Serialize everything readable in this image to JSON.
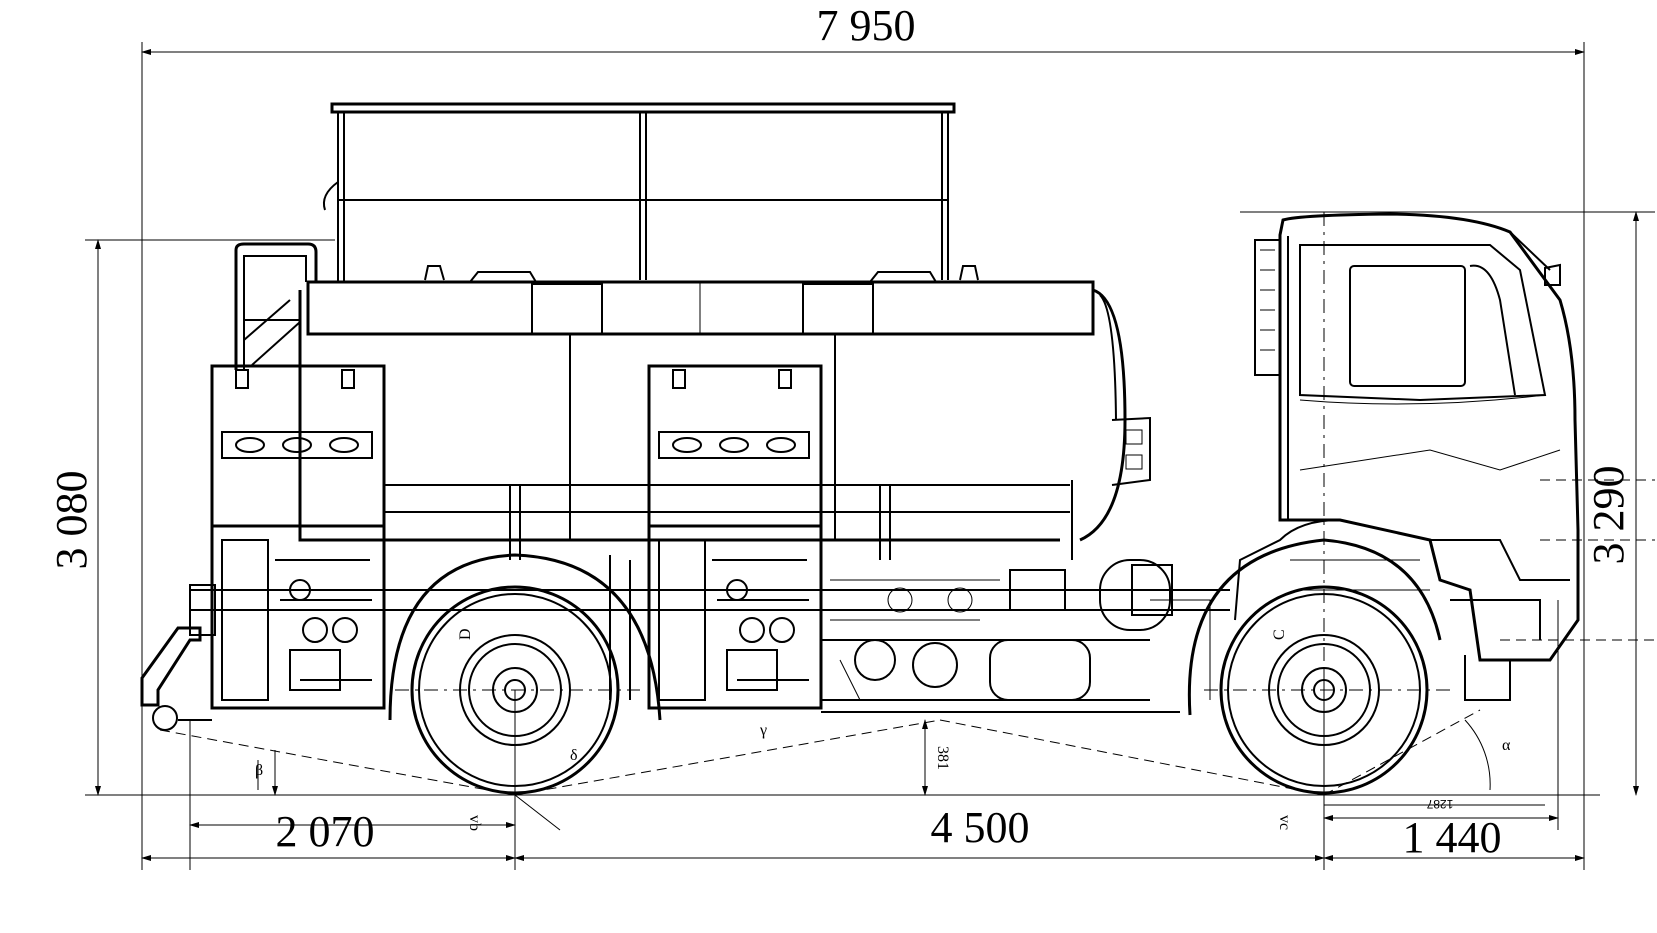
{
  "dimensions": {
    "overall_length": "7 950",
    "height_loaded": "3 080",
    "height_cab": "3 290",
    "rear_overhang": "2 070",
    "wheelbase": "4 500",
    "front_overhang": "1 440",
    "ground_clearance": "381",
    "front_small": "1287"
  },
  "angle_labels": {
    "alpha": "α",
    "beta": "β",
    "gamma": "γ",
    "delta": "δ"
  },
  "point_labels": {
    "rear_wheel": "D",
    "front_wheel": "C",
    "rear_ground": "vb",
    "front_ground": "vc"
  }
}
